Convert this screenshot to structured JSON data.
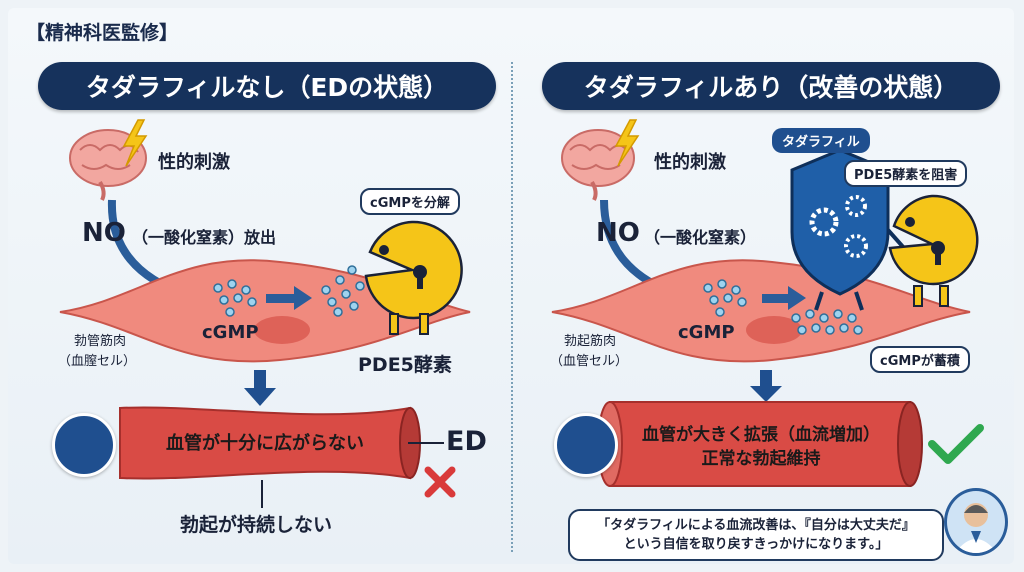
{
  "supervision_label": "【精神科医監修】",
  "left": {
    "title": "タダラフィルなし（EDの状態）",
    "stimulus": "性的刺激",
    "no_label_main": "NO",
    "no_label_sub": "（一酸化窒素）放出",
    "cgmp": "cGMP",
    "callout": "cGMPを分解",
    "pde5": "PDE5酵素",
    "muscle_label_line1": "勃管筋肉",
    "muscle_label_line2": "（血膣セル）",
    "vessel_text": "血管が十分に広がらない",
    "ed_label": "ED",
    "outcome": "勃起が持続しない"
  },
  "right": {
    "title": "タダラフィルあり（改善の状態）",
    "stimulus": "性的刺激",
    "tadalafil_tag": "タダラフィル",
    "callout_block": "PDE5酵素を阻害",
    "no_label_main": "NO",
    "no_label_sub": "（一酸化窒素）",
    "cgmp": "cGMP",
    "muscle_label_line1": "勃起筋肉",
    "muscle_label_line2": "（血管セル）",
    "callout_accum": "cGMPが蓄積",
    "vessel_text_line1": "血管が大きく拡張（血流増加）",
    "vessel_text_line2": "正常な勃起維持"
  },
  "quote": {
    "line1": "「タダラフィルによる血流改善は、『自分は大丈夫だ』",
    "line2": "という自信を取り戻すきっかけになります。」"
  },
  "colors": {
    "navy": "#16325c",
    "muscle": "#f08a7e",
    "vessel": "#d94b45",
    "pacman": "#f5c518",
    "check": "#2fa84f",
    "cross": "#d93a3a"
  }
}
